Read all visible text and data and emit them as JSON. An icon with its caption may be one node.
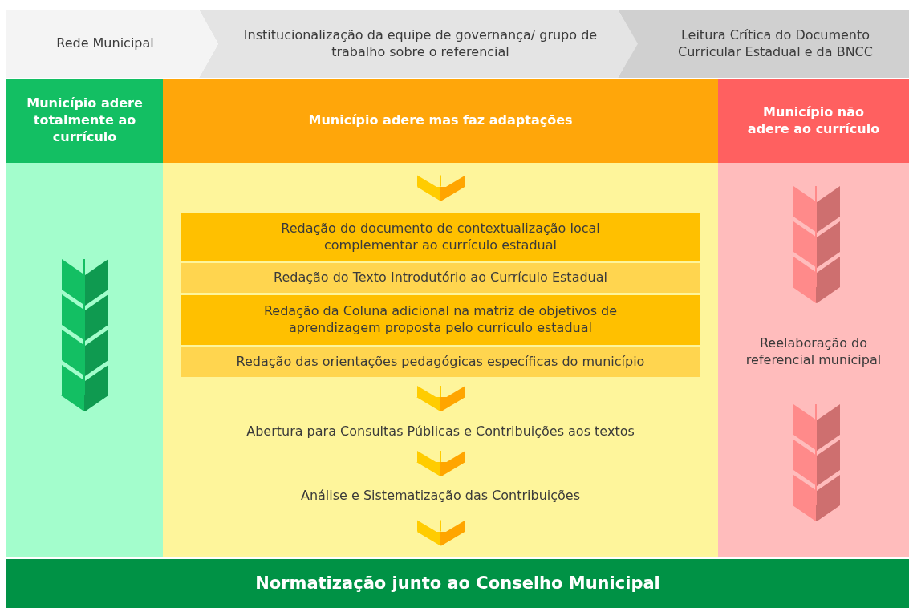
{
  "diagram": {
    "nodes": [
      {
        "text": [
          "Rede Municipal"
        ]
      },
      {
        "text": [
          "Institucionalização da equipe de  governança/ grupo de trabalho sobre o referencial"
        ]
      },
      {
        "text": [
          "Leitura Crítica do Documento Curricular Estadual e da BNCC"
        ]
      },
      {
        "text": [
          "Município adere totalmente ao currículo"
        ]
      },
      {
        "text": [
          "Município adere mas faz adaptações"
        ]
      },
      {
        "text": [
          "Município não adere ao currículo"
        ]
      },
      {
        "text": [
          "Redação do documento de contextualização local complementar ao currículo estadual"
        ]
      },
      {
        "text": [
          "Redação do Texto Introdutório ao Currículo Estadual"
        ]
      },
      {
        "text": [
          "Redação da Coluna adicional na matriz de objetivos de aprendizagem proposta pelo currículo estadual"
        ]
      },
      {
        "text": [
          "Redação das orientações pedagógicas específicas do município"
        ]
      },
      {
        "text": [
          "Abertura para Consultas Públicas e Contribuições aos textos"
        ]
      },
      {
        "text": [
          "Análise e Sistematização das Contribuições"
        ]
      },
      {
        "text": [
          "Reelaboração do referencial municipal"
        ]
      },
      {
        "text": [
          "Normatização junto ao  Conselho Municipal"
        ]
      }
    ],
    "edges": [
      {
        "from": 0,
        "to": 1,
        "arrow": "to",
        "color": "#f4f4f4"
      },
      {
        "from": 1,
        "to": 2,
        "arrow": "to",
        "color": "#e4e4e4"
      },
      {
        "from": 3,
        "to": null,
        "arrow": "to",
        "color": "#13bf63"
      },
      {
        "from": 4,
        "to": 6,
        "arrow": "to"
      },
      {
        "from": 9,
        "to": 10,
        "arrow": "to"
      },
      {
        "from": 10,
        "to": 11,
        "arrow": "to"
      },
      {
        "from": 11,
        "to": 13,
        "arrow": "to"
      },
      {
        "from": 5,
        "to": 12,
        "arrow": "to",
        "color": "#ff8a8a"
      },
      {
        "from": 12,
        "to": 13,
        "arrow": "to",
        "color": "#ff8a8a"
      }
    ]
  }
}
